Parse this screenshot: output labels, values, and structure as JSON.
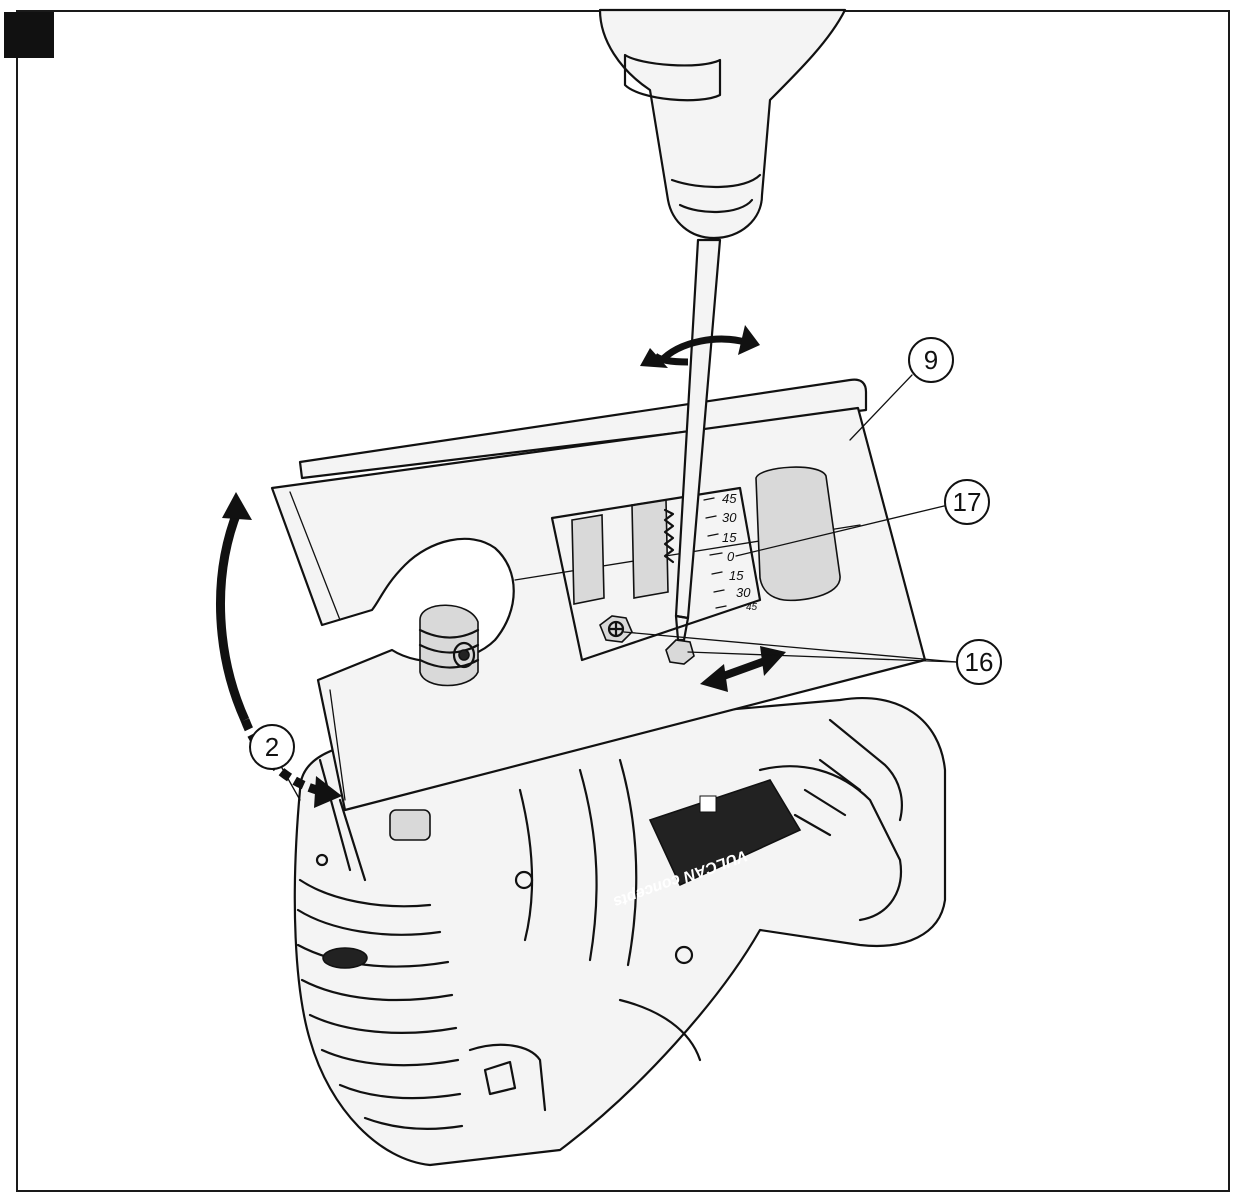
{
  "figure": {
    "callouts": {
      "base_plate": "9",
      "bevel_scale": "17",
      "adjust_screws": "16",
      "bevel_pivot": "2"
    },
    "bevel_scale_marks": [
      "45",
      "30",
      "15",
      "0",
      "15",
      "30",
      "45"
    ],
    "brand_badge_text": "VULCAN concepts"
  }
}
